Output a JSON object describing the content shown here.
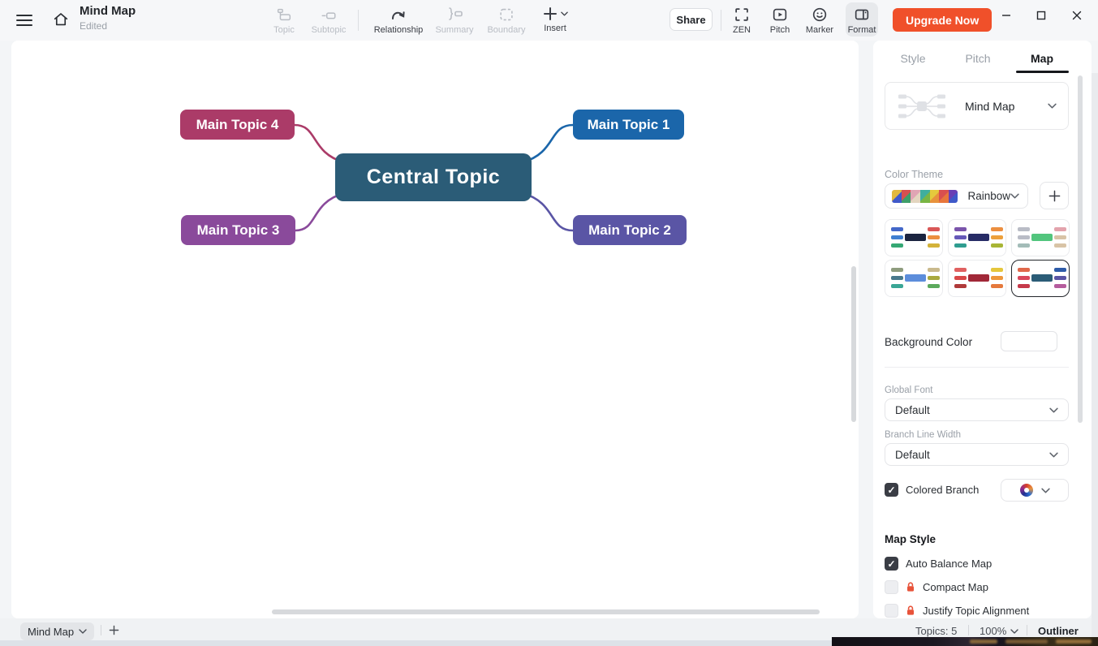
{
  "titlebar": {
    "title": "Mind Map",
    "subtitle": "Edited"
  },
  "toolbar": {
    "topic": "Topic",
    "subtopic": "Subtopic",
    "relationship": "Relationship",
    "summary": "Summary",
    "boundary": "Boundary",
    "insert": "Insert",
    "share": "Share",
    "zen": "ZEN",
    "pitch": "Pitch",
    "marker": "Marker",
    "format": "Format",
    "upgrade": "Upgrade Now",
    "upgrade_color": "#f0502a"
  },
  "mindmap": {
    "central": {
      "label": "Central Topic",
      "color": "#2b5c77"
    },
    "topics": [
      {
        "label": "Main Topic 1",
        "color": "#1b66aa"
      },
      {
        "label": "Main Topic 2",
        "color": "#5a55a5"
      },
      {
        "label": "Main Topic 3",
        "color": "#8a4a9b"
      },
      {
        "label": "Main Topic 4",
        "color": "#ab3b68"
      }
    ]
  },
  "panel": {
    "tabs": [
      {
        "label": "Style",
        "active": false
      },
      {
        "label": "Pitch",
        "active": false
      },
      {
        "label": "Map",
        "active": true
      }
    ],
    "structure": {
      "label": "Mind Map"
    },
    "color_theme": {
      "label": "Color Theme",
      "selected": "Rainbow",
      "rainbow_segments": [
        [
          "#e2b83c",
          "#4059c9"
        ],
        [
          "#d94f4f",
          "#3f9e6a"
        ],
        [
          "#e0a5b4",
          "#e3d6c0"
        ],
        [
          "#3fae9e",
          "#79b544"
        ],
        [
          "#e5c93c",
          "#e8923c"
        ],
        [
          "#d94f4f",
          "#e8763c"
        ],
        [
          "#6a3fb5",
          "#3f59c9"
        ]
      ]
    },
    "themes": [
      {
        "left": [
          "#4468c9",
          "#3f7fd1",
          "#35a874"
        ],
        "center": "#1b2440",
        "right": [
          "#d95757",
          "#ec8f40",
          "#d3b23a"
        ],
        "selected": false
      },
      {
        "left": [
          "#7a54ab",
          "#6659b8",
          "#2f9d90"
        ],
        "center": "#272c66",
        "right": [
          "#ec8f40",
          "#eda03c",
          "#a8b535"
        ],
        "selected": false
      },
      {
        "left": [
          "#b9bcc6",
          "#b9bcc6",
          "#a3bcb8"
        ],
        "center": "#52c57d",
        "right": [
          "#e3a3ac",
          "#d8c3a6",
          "#d8c3a6"
        ],
        "selected": false
      },
      {
        "left": [
          "#8e9c7e",
          "#49798c",
          "#3aa695"
        ],
        "center": "#5c8ddb",
        "right": [
          "#c9b98c",
          "#a9a93e",
          "#5ca95c"
        ],
        "selected": false
      },
      {
        "left": [
          "#e06060",
          "#d94848",
          "#b03a3a"
        ],
        "center": "#a12838",
        "right": [
          "#e5c63c",
          "#ee973c",
          "#e5793c"
        ],
        "selected": false
      },
      {
        "left": [
          "#e0684a",
          "#d9485c",
          "#c63a4a"
        ],
        "center": "#2b5c77",
        "right": [
          "#2d5ba8",
          "#5a55a5",
          "#b55c9d"
        ],
        "selected": true
      }
    ],
    "background_color_label": "Background Color",
    "global_font": {
      "label": "Global Font",
      "value": "Default"
    },
    "branch_line_width": {
      "label": "Branch Line Width",
      "value": "Default"
    },
    "colored_branch": {
      "label": "Colored Branch",
      "checked": true
    },
    "map_style": {
      "label": "Map Style",
      "options": [
        {
          "label": "Auto Balance Map",
          "checked": true,
          "locked": false
        },
        {
          "label": "Compact Map",
          "checked": false,
          "locked": true
        },
        {
          "label": "Justify Topic Alignment",
          "checked": false,
          "locked": true
        }
      ]
    }
  },
  "statusbar": {
    "sheet": "Mind Map",
    "topics": "Topics: 5",
    "zoom": "100%",
    "outliner": "Outliner"
  }
}
